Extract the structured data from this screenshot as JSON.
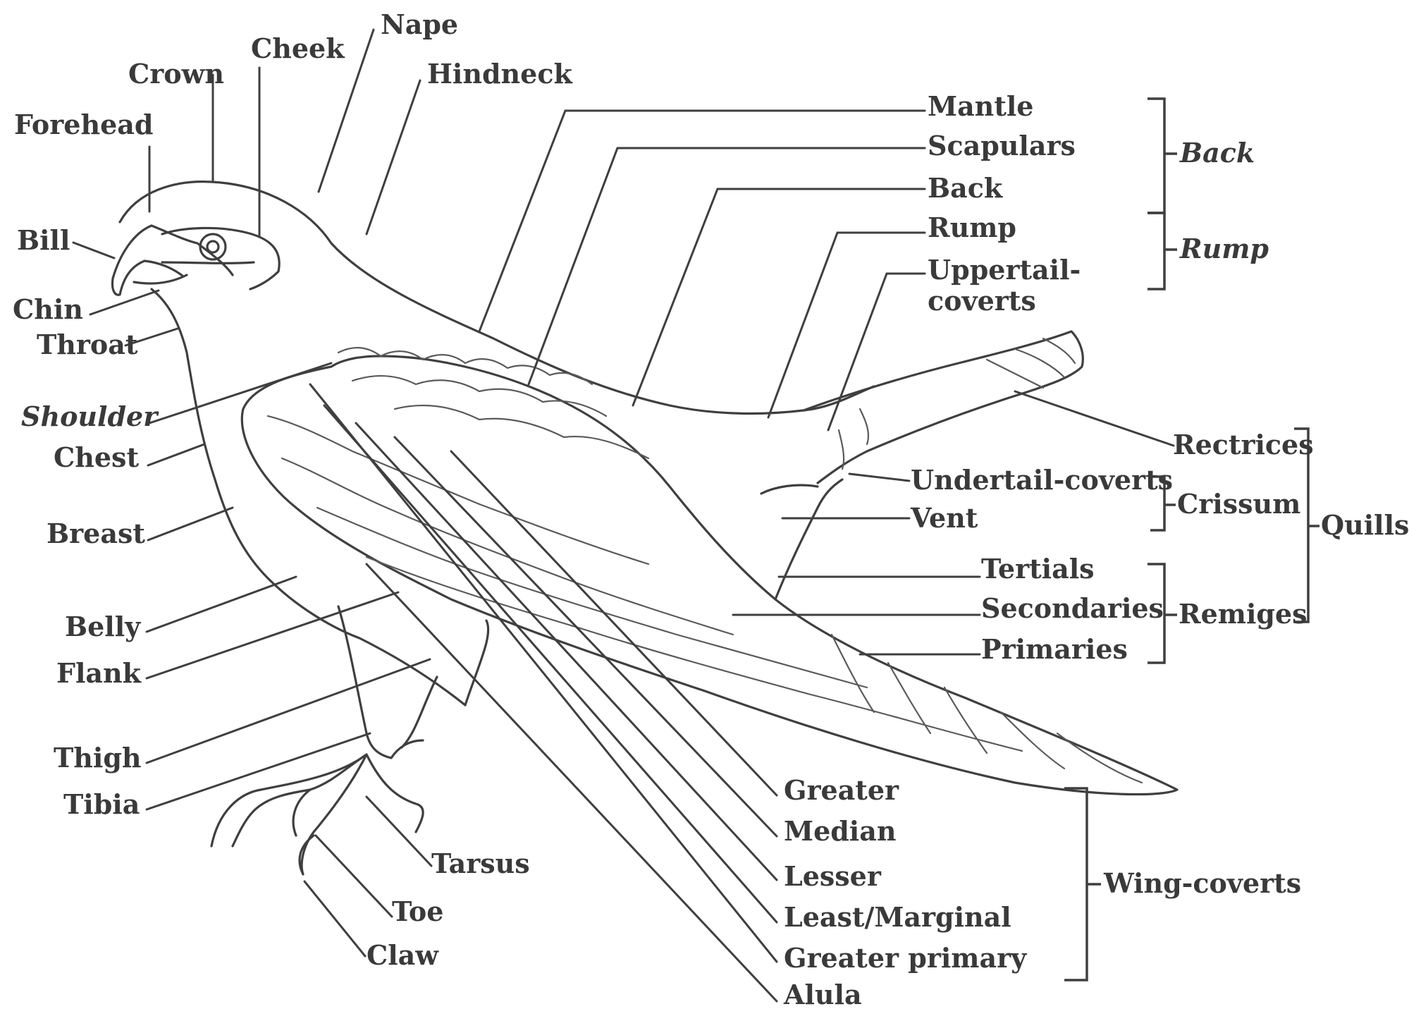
{
  "labels": {
    "nape": "Nape",
    "cheek": "Cheek",
    "crown": "Crown",
    "hindneck": "Hindneck",
    "forehead": "Forehead",
    "bill": "Bill",
    "chin": "Chin",
    "throat": "Throat",
    "shoulder": "Shoulder",
    "chest": "Chest",
    "breast": "Breast",
    "belly": "Belly",
    "flank": "Flank",
    "thigh": "Thigh",
    "tibia": "Tibia",
    "tarsus": "Tarsus",
    "toe": "Toe",
    "claw": "Claw",
    "mantle": "Mantle",
    "scapulars": "Scapulars",
    "back": "Back",
    "rump": "Rump",
    "uppertail_line1": "Uppertail-",
    "uppertail_line2": "coverts",
    "rectrices": "Rectrices",
    "undertail_coverts": "Undertail-coverts",
    "vent": "Vent",
    "tertials": "Tertials",
    "secondaries": "Secondaries",
    "primaries": "Primaries",
    "greater": "Greater",
    "median": "Median",
    "lesser": "Lesser",
    "least_marginal": "Least/Marginal",
    "greater_primary": "Greater primary",
    "alula": "Alula"
  },
  "groups": {
    "back": "Back",
    "rump": "Rump",
    "crissum": "Crissum",
    "quills": "Quills",
    "remiges": "Remiges",
    "wing_coverts": "Wing-coverts"
  }
}
